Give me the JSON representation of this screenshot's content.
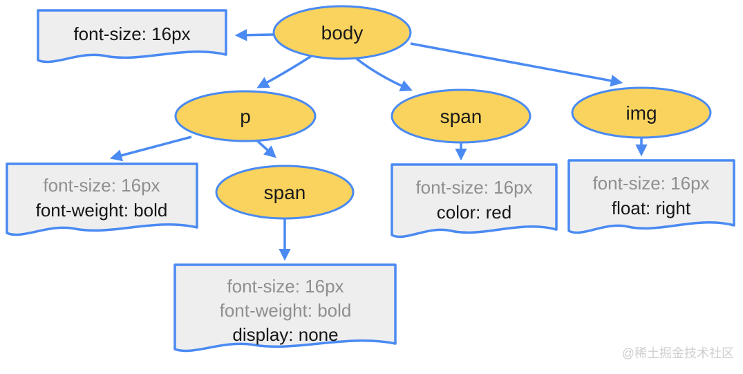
{
  "diagram": {
    "description": "DOM tree with computed style notes",
    "colors": {
      "background": "#ffffff",
      "node_fill": "#f9d35e",
      "node_border": "#4a8af2",
      "note_fill": "#eeeeee",
      "note_border": "#4a8af2",
      "arrow": "#4a8af2",
      "inherited_style_text": "#8f8f8f",
      "own_style_text": "#161616",
      "watermark_text": "#cfcfcf"
    },
    "nodes": [
      {
        "id": "body",
        "label": "body"
      },
      {
        "id": "p",
        "label": "p"
      },
      {
        "id": "span-under-body",
        "label": "span"
      },
      {
        "id": "img",
        "label": "img"
      },
      {
        "id": "span-under-p",
        "label": "span"
      }
    ],
    "notes": [
      {
        "for": "body",
        "lines": [
          {
            "text": "font-size: 16px",
            "style": "own"
          }
        ]
      },
      {
        "for": "p",
        "lines": [
          {
            "text": "font-size: 16px",
            "style": "inherited"
          },
          {
            "text": "font-weight: bold",
            "style": "own"
          }
        ]
      },
      {
        "for": "span-under-p",
        "lines": [
          {
            "text": "font-size: 16px",
            "style": "inherited"
          },
          {
            "text": "font-weight: bold",
            "style": "inherited"
          },
          {
            "text": "display: none",
            "style": "own"
          }
        ]
      },
      {
        "for": "span-under-body",
        "lines": [
          {
            "text": "font-size: 16px",
            "style": "inherited"
          },
          {
            "text": "color: red",
            "style": "own"
          }
        ]
      },
      {
        "for": "img",
        "lines": [
          {
            "text": "font-size: 16px",
            "style": "inherited"
          },
          {
            "text": "float: right",
            "style": "own"
          }
        ]
      }
    ],
    "edges": [
      {
        "from": "body",
        "to": "note-body"
      },
      {
        "from": "body",
        "to": "p"
      },
      {
        "from": "body",
        "to": "span-under-body"
      },
      {
        "from": "body",
        "to": "img"
      },
      {
        "from": "p",
        "to": "note-p"
      },
      {
        "from": "p",
        "to": "span-under-p"
      },
      {
        "from": "span-under-body",
        "to": "note-span-under-body"
      },
      {
        "from": "img",
        "to": "note-img"
      },
      {
        "from": "span-under-p",
        "to": "note-span-under-p"
      }
    ],
    "watermark": "@稀土掘金技术社区"
  }
}
